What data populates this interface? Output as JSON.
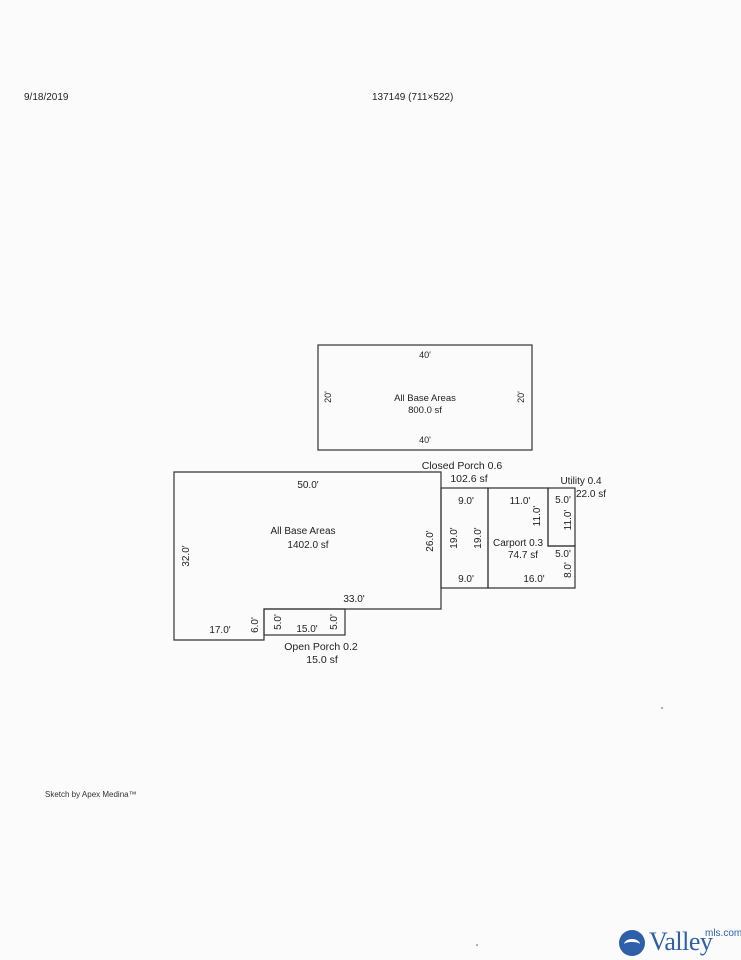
{
  "header": {
    "date": "9/18/2019",
    "image_id": "137149 (711×522)"
  },
  "footer": {
    "sketch_credit": "Sketch by Apex Medina™",
    "logo_text": "Valley",
    "logo_sup": "mls.com"
  },
  "building": {
    "label": "All Base Areas",
    "area": "800.0 sf",
    "dim_top": "40'",
    "dim_bottom": "40'",
    "dim_left": "20'",
    "dim_right": "20'"
  },
  "house": {
    "label": "All Base Areas",
    "area": "1402.0 sf",
    "dim_top": "50.0'",
    "dim_left": "32.0'",
    "dim_right": "26.0'",
    "dim_notch_top": "33.0'",
    "dim_bottom_left": "17.0'",
    "dim_notch_side": "6.0'"
  },
  "open_porch": {
    "label": "Open Porch 0.2",
    "area": "15.0 sf",
    "dim_width": "15.0'",
    "dim_left": "5.0'",
    "dim_right": "5.0'"
  },
  "closed_porch": {
    "label": "Closed Porch 0.6",
    "area": "102.6 sf",
    "dim_top": "9.0'",
    "dim_bottom": "9.0'",
    "dim_left": "19.0'",
    "dim_right": "19.0'"
  },
  "carport": {
    "label": "Carport 0.3",
    "area": "74.7 sf",
    "dim_top": "11.0'",
    "dim_inner": "11.0'",
    "dim_bottom": "16.0'",
    "dim_step": "5.0'",
    "dim_side": "8.0'"
  },
  "utility": {
    "label": "Utility 0.4",
    "area": "22.0 sf",
    "dim_top": "5.0'",
    "dim_side": "11.0'"
  }
}
